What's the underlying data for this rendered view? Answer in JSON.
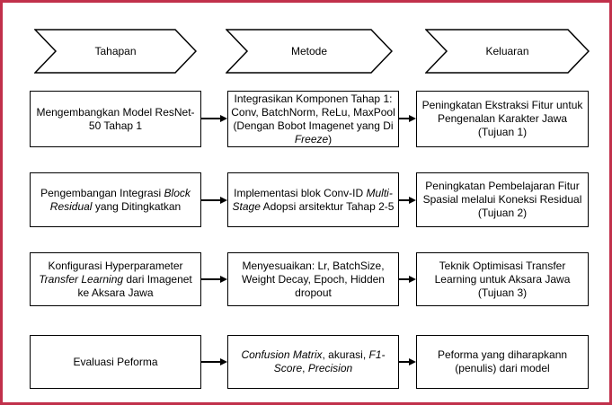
{
  "canvas": {
    "background": "#ffffff",
    "border_color": "#c1304b",
    "shape_fill": "#ffffff",
    "shape_stroke": "#000000"
  },
  "headers": [
    {
      "label": "Tahapan"
    },
    {
      "label": "Metode"
    },
    {
      "label": "Keluaran"
    }
  ],
  "rows": [
    {
      "cells": [
        {
          "segments": [
            {
              "text": "Mengembangkan Model ResNet-50 Tahap 1",
              "italic": false
            }
          ]
        },
        {
          "segments": [
            {
              "text": "Integrasikan Komponen Tahap 1: Conv, BatchNorm, ReLu, MaxPool (Dengan Bobot Imagenet yang Di ",
              "italic": false
            },
            {
              "text": "Freeze",
              "italic": true
            },
            {
              "text": ")",
              "italic": false
            }
          ]
        },
        {
          "segments": [
            {
              "text": "Peningkatan Ekstraksi Fitur untuk Pengenalan Karakter Jawa (Tujuan 1)",
              "italic": false
            }
          ]
        }
      ]
    },
    {
      "cells": [
        {
          "segments": [
            {
              "text": "Pengembangan Integrasi ",
              "italic": false
            },
            {
              "text": "Block Residual",
              "italic": true
            },
            {
              "text": " yang Ditingkatkan",
              "italic": false
            }
          ]
        },
        {
          "segments": [
            {
              "text": "Implementasi blok Conv-ID ",
              "italic": false
            },
            {
              "text": "Multi-Stage",
              "italic": true
            },
            {
              "text": " Adopsi arsitektur Tahap 2-5",
              "italic": false
            }
          ]
        },
        {
          "segments": [
            {
              "text": "Peningkatan Pembelajaran Fitur Spasial melalui Koneksi Residual (Tujuan 2)",
              "italic": false
            }
          ]
        }
      ]
    },
    {
      "cells": [
        {
          "segments": [
            {
              "text": "Konfigurasi Hyperparameter ",
              "italic": false
            },
            {
              "text": "Transfer Learning",
              "italic": true
            },
            {
              "text": " dari Imagenet ke Aksara Jawa",
              "italic": false
            }
          ]
        },
        {
          "segments": [
            {
              "text": "Menyesuaikan: Lr, BatchSize, Weight Decay, Epoch, Hidden dropout",
              "italic": false
            }
          ]
        },
        {
          "segments": [
            {
              "text": "Teknik Optimisasi Transfer Learning untuk Aksara Jawa (Tujuan 3)",
              "italic": false
            }
          ]
        }
      ]
    },
    {
      "cells": [
        {
          "segments": [
            {
              "text": "Evaluasi Peforma",
              "italic": false
            }
          ]
        },
        {
          "segments": [
            {
              "text": "Confusion Matrix",
              "italic": true
            },
            {
              "text": ", akurasi, ",
              "italic": false
            },
            {
              "text": "F1-Score",
              "italic": true
            },
            {
              "text": ", ",
              "italic": false
            },
            {
              "text": "Precision",
              "italic": true
            }
          ]
        },
        {
          "segments": [
            {
              "text": "Peforma yang diharapkann (penulis) dari model",
              "italic": false
            }
          ]
        }
      ]
    }
  ]
}
